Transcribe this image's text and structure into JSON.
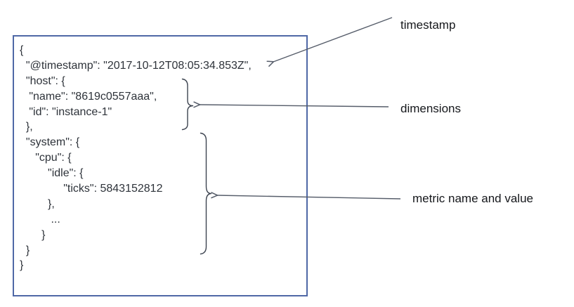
{
  "document_box": {
    "code_lines": [
      "{",
      "  \"@timestamp\": \"2017-10-12T08:05:34.853Z\",",
      "  \"host\": {",
      "   \"name\": \"8619c0557aaa\",",
      "   \"id\": \"instance-1\"",
      "  },",
      "  \"system\": {",
      "     \"cpu\": {",
      "         \"idle\": {",
      "              \"ticks\": 5843152812",
      "         },",
      "          ...",
      "       }",
      "  }",
      "}"
    ]
  },
  "annotations": {
    "timestamp": {
      "label": "timestamp"
    },
    "dimensions": {
      "label": "dimensions"
    },
    "metric": {
      "label": "metric name and value"
    }
  },
  "colors": {
    "box_border": "#4f68a6",
    "code_text": "#2e333a",
    "arrow": "#565d6a",
    "brace": "#3d4450",
    "label_text": "#15171b"
  }
}
